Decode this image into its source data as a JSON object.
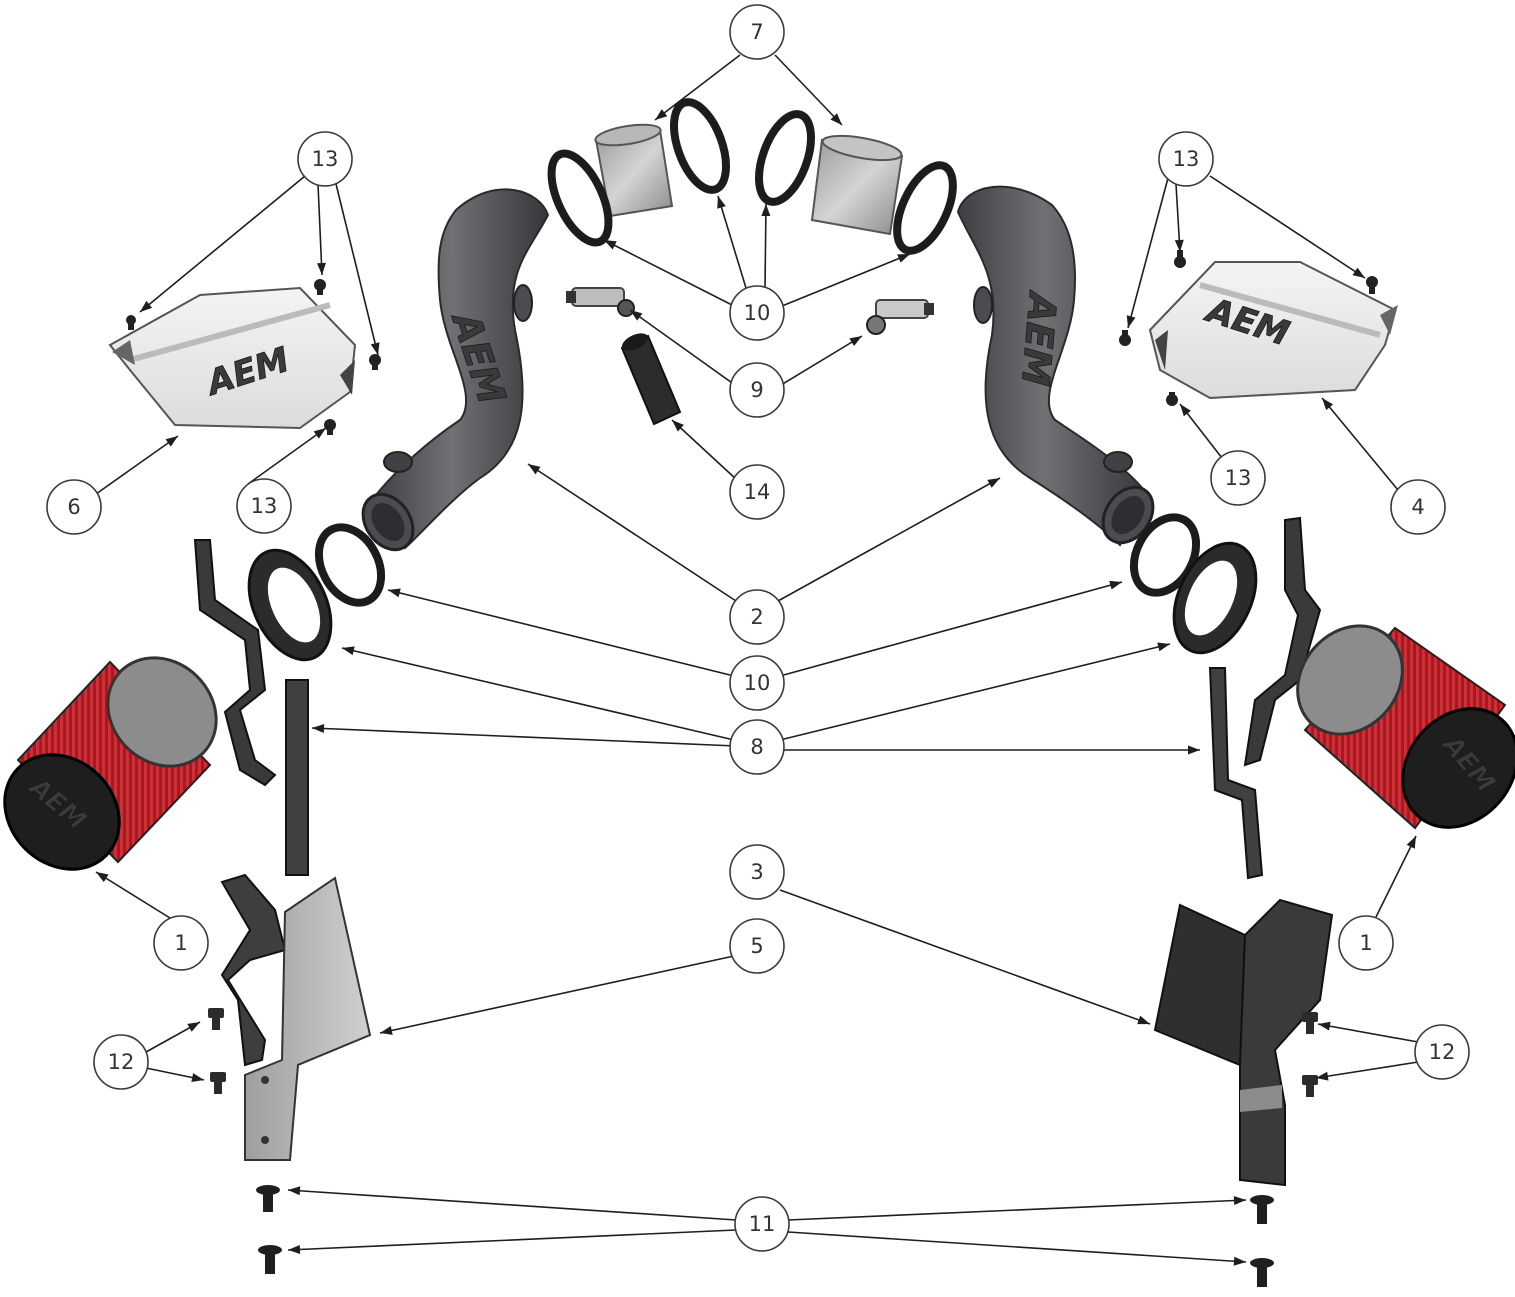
{
  "brand": {
    "logo_text": "AEM"
  },
  "colors": {
    "background": "#ffffff",
    "filter_red": "#b8232a",
    "tube_dark": "#55575b",
    "shield_light": "#e9e9e9",
    "bracket_gray": "#c2c2c2",
    "bracket_dark": "#3e3e3e",
    "leader_line": "#1e1e1e"
  },
  "callouts": [
    {
      "id": "c7",
      "label": "7"
    },
    {
      "id": "c13a",
      "label": "13"
    },
    {
      "id": "c13b",
      "label": "13"
    },
    {
      "id": "c10a",
      "label": "10"
    },
    {
      "id": "c9",
      "label": "9"
    },
    {
      "id": "c14",
      "label": "14"
    },
    {
      "id": "c6",
      "label": "6"
    },
    {
      "id": "c13c",
      "label": "13"
    },
    {
      "id": "c13d",
      "label": "13"
    },
    {
      "id": "c4",
      "label": "4"
    },
    {
      "id": "c2",
      "label": "2"
    },
    {
      "id": "c10b",
      "label": "10"
    },
    {
      "id": "c8",
      "label": "8"
    },
    {
      "id": "c3",
      "label": "3"
    },
    {
      "id": "c1a",
      "label": "1"
    },
    {
      "id": "c1b",
      "label": "1"
    },
    {
      "id": "c5",
      "label": "5"
    },
    {
      "id": "c12a",
      "label": "12"
    },
    {
      "id": "c12b",
      "label": "12"
    },
    {
      "id": "c11",
      "label": "11"
    }
  ]
}
